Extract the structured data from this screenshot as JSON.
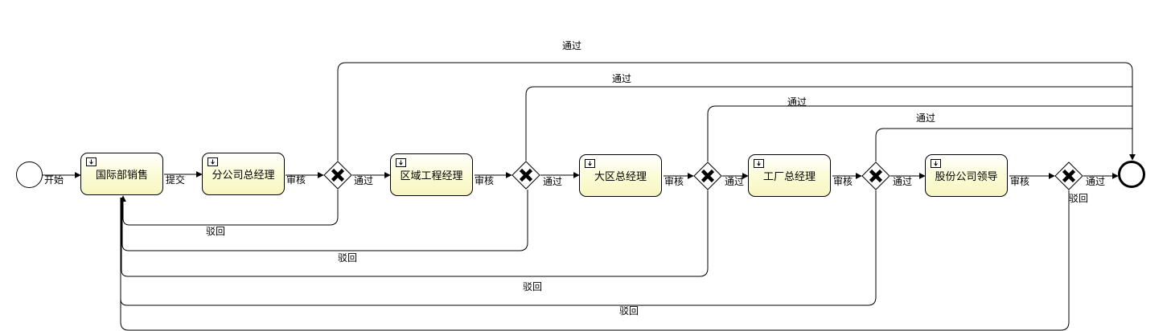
{
  "events": {
    "start_label": "开始"
  },
  "tasks": [
    {
      "label": "国际部销售"
    },
    {
      "label": "分公司总经理"
    },
    {
      "label": "区域工程经理"
    },
    {
      "label": "大区总经理"
    },
    {
      "label": "工厂总经理"
    },
    {
      "label": "股份公司领导"
    }
  ],
  "flows": {
    "submit": "提交",
    "review_1": "审核",
    "review_2": "审核",
    "review_3": "审核",
    "review_4": "审核",
    "review_5": "审核",
    "pass_1": "通过",
    "pass_2": "通过",
    "pass_3": "通过",
    "pass_4": "通过",
    "pass_5": "通过",
    "pass_top_1": "通过",
    "pass_top_2": "通过",
    "pass_top_3": "通过",
    "pass_top_4": "通过",
    "reject_1": "驳回",
    "reject_2": "驳回",
    "reject_3": "驳回",
    "reject_4": "驳回",
    "reject_5": "驳回"
  },
  "colors": {
    "task_fill": "#f6f6c2",
    "line": "#000000"
  },
  "icons": {
    "task": "user-task-icon",
    "gateway": "exclusive-gateway-x-icon"
  }
}
